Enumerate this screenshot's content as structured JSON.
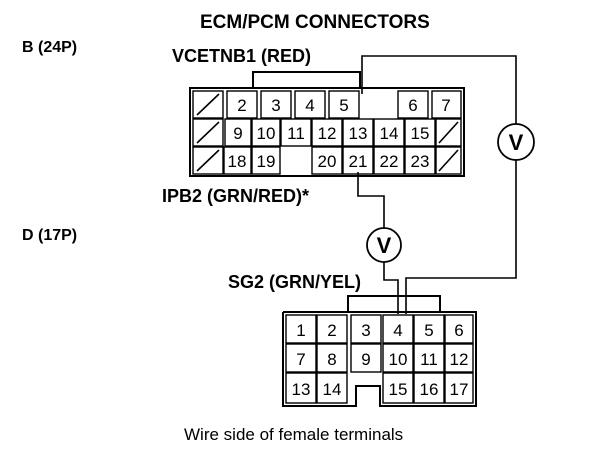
{
  "title": "ECM/PCM CONNECTORS",
  "connector_b": {
    "label": "B (24P)",
    "terminal_label": "VCETNB1 (RED)",
    "pins": [
      "2",
      "3",
      "4",
      "5",
      "6",
      "7",
      "9",
      "10",
      "11",
      "12",
      "13",
      "14",
      "15",
      "18",
      "19",
      "20",
      "21",
      "22",
      "23"
    ]
  },
  "wire_labels": {
    "ipb2": "IPB2 (GRN/RED)*",
    "sg2": "SG2 (GRN/YEL)"
  },
  "connector_d": {
    "label": "D (17P)",
    "pins": [
      "1",
      "2",
      "3",
      "4",
      "5",
      "6",
      "7",
      "8",
      "9",
      "10",
      "11",
      "12",
      "13",
      "14",
      "15",
      "16",
      "17"
    ]
  },
  "meter_symbol": "V",
  "caption": "Wire side of female terminals"
}
